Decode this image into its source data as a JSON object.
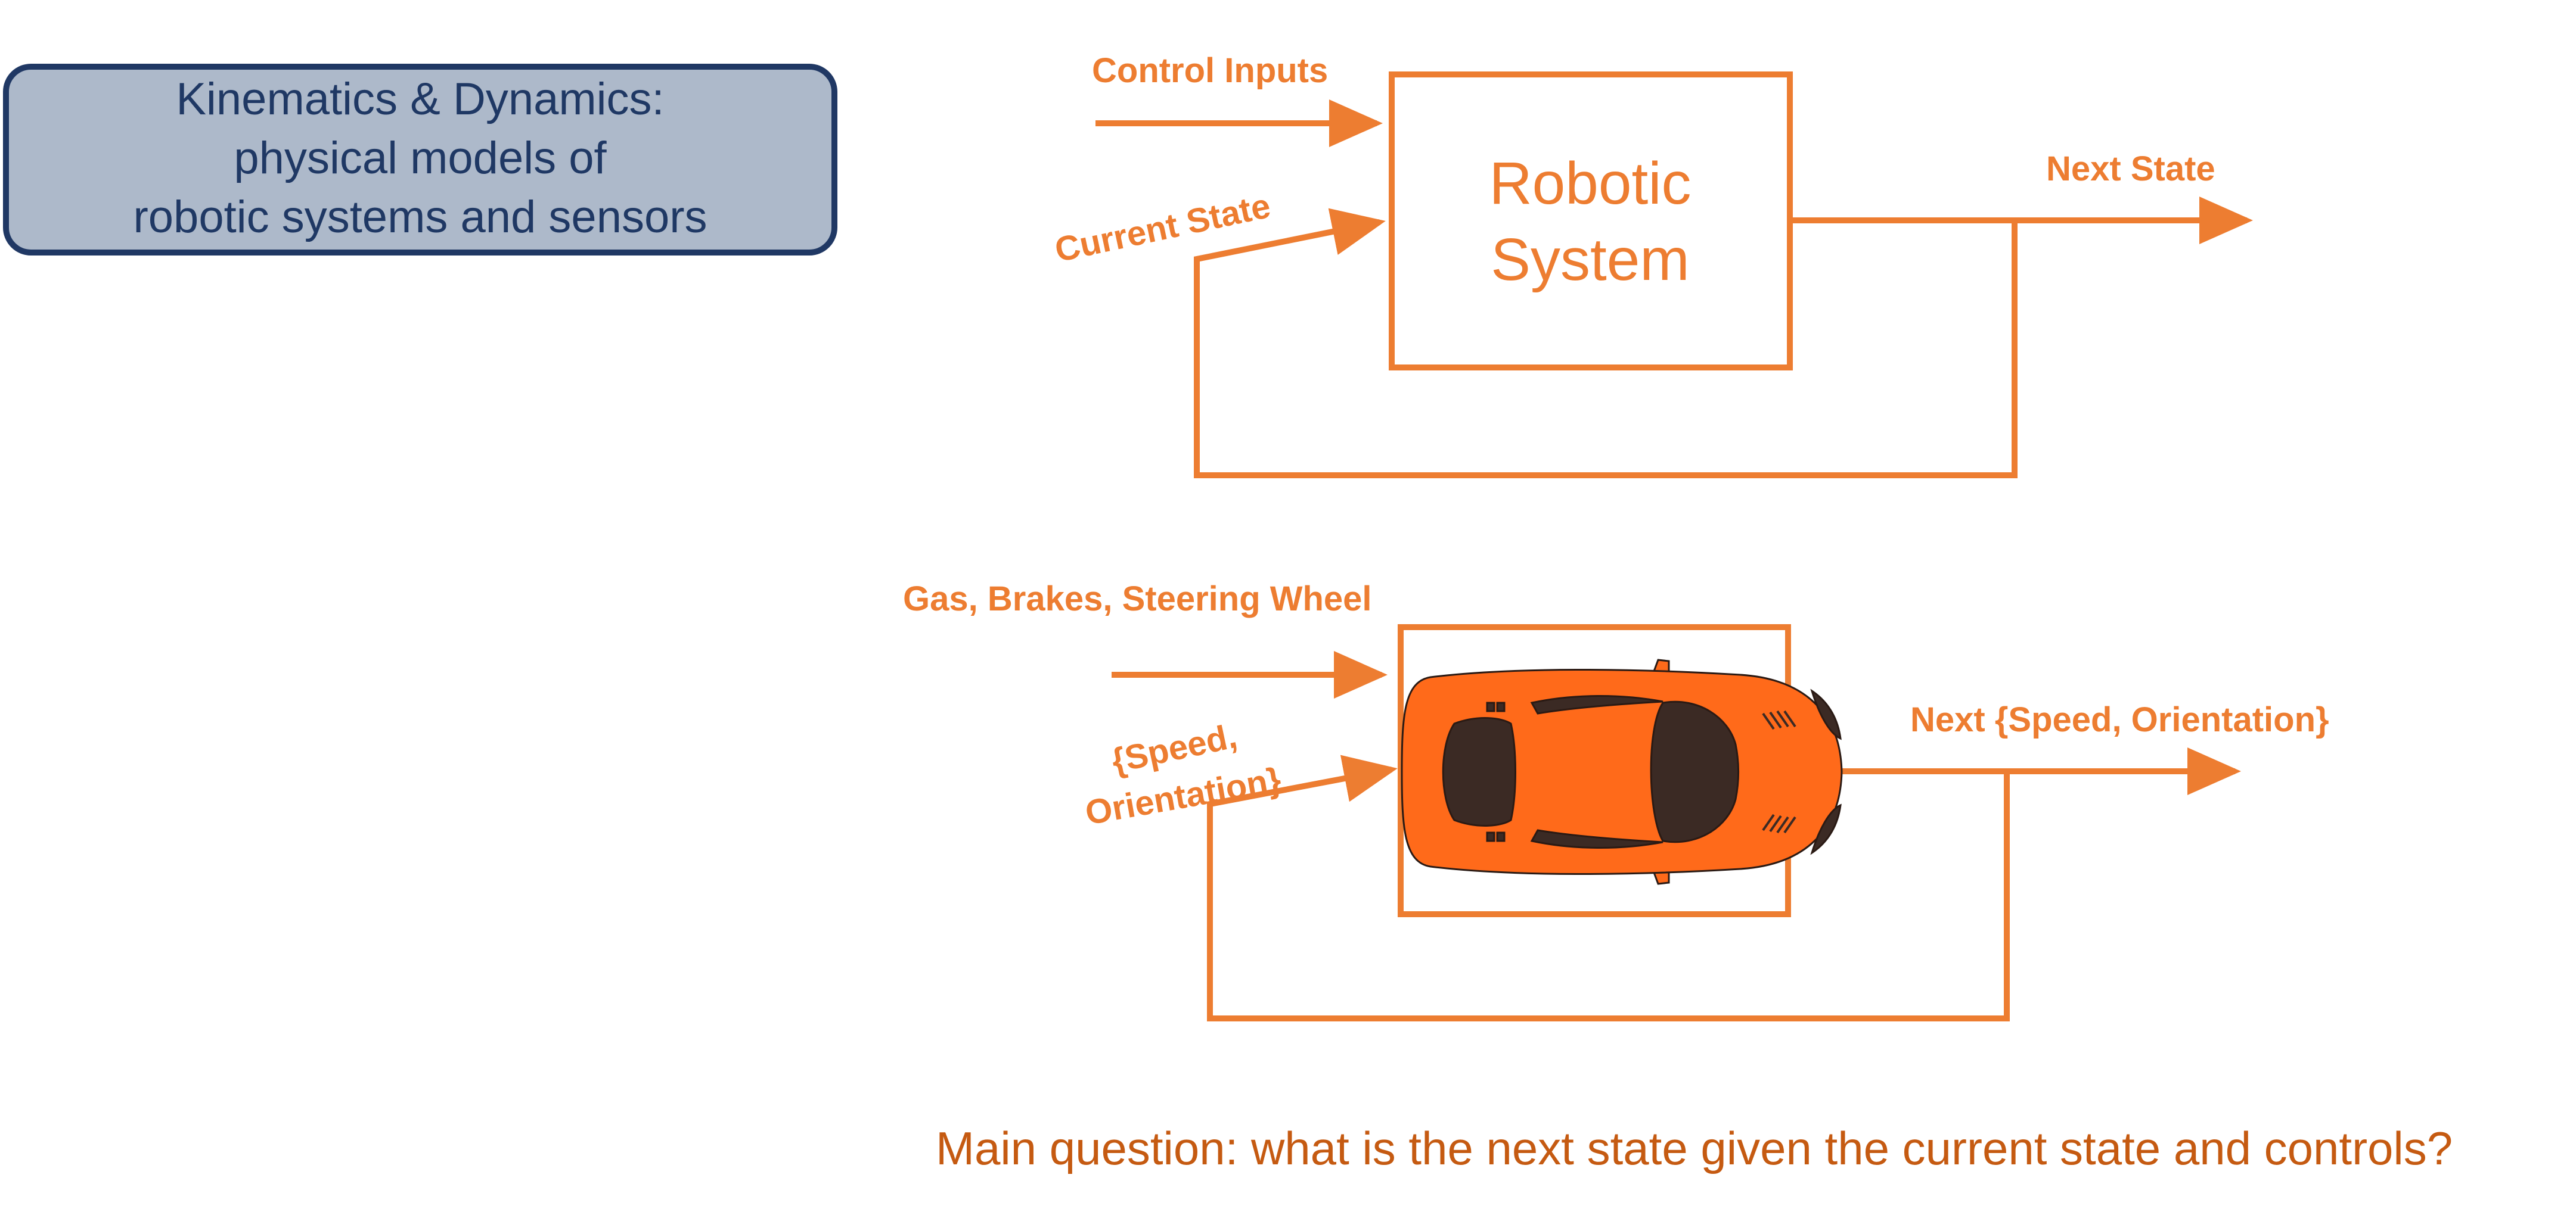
{
  "title_box": {
    "lines": [
      "Kinematics & Dynamics:",
      "physical models of",
      "robotic systems and sensors"
    ]
  },
  "diagram_top": {
    "control_inputs_label": "Control Inputs",
    "current_state_label": "Current State",
    "next_state_label": "Next State",
    "system_lines": [
      "Robotic",
      "System"
    ]
  },
  "diagram_bottom": {
    "controls_label": "Gas, Brakes, Steering Wheel",
    "current_state_lines": [
      "{Speed,",
      "Orientation}"
    ],
    "next_state_label": "Next {Speed, Orientation}",
    "car_icon": "sports-car-top-view-icon"
  },
  "question": "Main question: what is the next state given the current state and controls?",
  "colors": {
    "accent": "#ED7D31",
    "question": "#C55A11",
    "title_fill": "#ADB9CA",
    "title_border": "#203864",
    "title_text": "#1F3864",
    "car_body": "#FF6A1A",
    "car_dark": "#3B2A24"
  }
}
